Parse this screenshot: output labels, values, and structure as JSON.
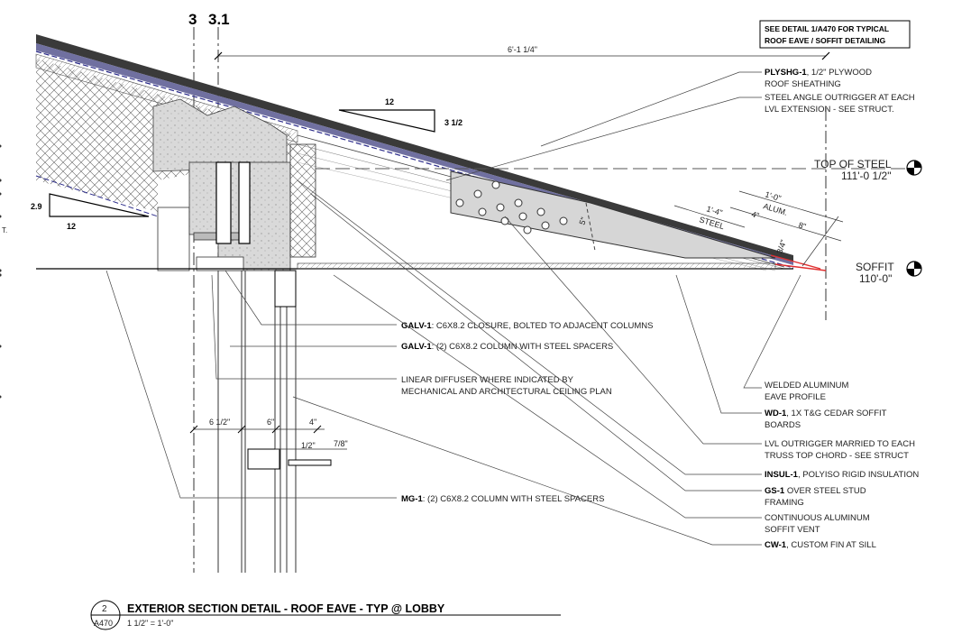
{
  "grid": {
    "a": "3",
    "b": "3.1"
  },
  "top_note": {
    "line1": "SEE DETAIL 1/A470 FOR TYPICAL",
    "line2": "ROOF EAVE / SOFFIT DETAILING"
  },
  "dims": {
    "overhang": "6'-1 1/4\"",
    "slope_run": "12",
    "slope_rise": "3 1/2",
    "slope2_rise": "2.9",
    "slope2_run": "12",
    "steel": "1'-4\"",
    "steel_lbl": "STEEL",
    "alum": "1'-0\"",
    "alum_lbl": "ALUM.",
    "d4": "4\"",
    "d8": "8\"",
    "d34": "3/4\"",
    "d5": "5\"",
    "col1": "6 1/2\"",
    "col2": "6\"",
    "col3": "4\"",
    "c12": "1/2\"",
    "c78": "7/8\"",
    "left_t": "T."
  },
  "levels": {
    "top_steel": {
      "name": "TOP OF STEEL",
      "elev": "111'-0 1/2\""
    },
    "soffit": {
      "name": "SOFFIT",
      "elev": "110'-0\""
    }
  },
  "callouts_right": [
    {
      "tag": "PLYSHG-1",
      "line1": ", 1/2\" PLYWOOD",
      "line2": "ROOF SHEATHING"
    },
    {
      "tag": "",
      "line1": "STEEL ANGLE OUTRIGGER AT EACH",
      "line2": "LVL EXTENSION - SEE STRUCT."
    },
    {
      "tag": "",
      "line1": "WELDED ALUMINUM",
      "line2": "EAVE PROFILE"
    },
    {
      "tag": "WD-1",
      "line1": ", 1X T&G CEDAR SOFFIT",
      "line2": "BOARDS"
    },
    {
      "tag": "",
      "line1": "LVL OUTRIGGER MARRIED TO EACH",
      "line2": "TRUSS TOP CHORD - SEE STRUCT"
    },
    {
      "tag": "INSUL-1",
      "line1": ", POLYISO RIGID INSULATION",
      "line2": ""
    },
    {
      "tag": "GS-1",
      "line1": " OVER STEEL STUD",
      "line2": "FRAMING"
    },
    {
      "tag": "",
      "line1": "CONTINUOUS ALUMINUM",
      "line2": "SOFFIT VENT"
    },
    {
      "tag": "CW-1",
      "line1": ", CUSTOM FIN AT SILL",
      "line2": ""
    }
  ],
  "callouts_mid": [
    {
      "tag": "GALV-1",
      "text": ": C6X8.2 CLOSURE, BOLTED TO ADJACENT COLUMNS"
    },
    {
      "tag": "GALV-1",
      "text": ": (2) C6X8.2 COLUMN WITH STEEL SPACERS"
    },
    {
      "tag": "",
      "text": "LINEAR DIFFUSER WHERE INDICATED BY"
    },
    {
      "tag": "",
      "text": "MECHANICAL AND ARCHITECTURAL CEILING PLAN"
    },
    {
      "tag": "MG-1",
      "text": ": (2) C6X8.2 COLUMN WITH STEEL SPACERS"
    }
  ],
  "title_block": {
    "num": "2",
    "sheet": "A470",
    "title": "EXTERIOR SECTION DETAIL - ROOF EAVE - TYP @ LOBBY",
    "scale": "1 1/2\" = 1'-0\""
  }
}
